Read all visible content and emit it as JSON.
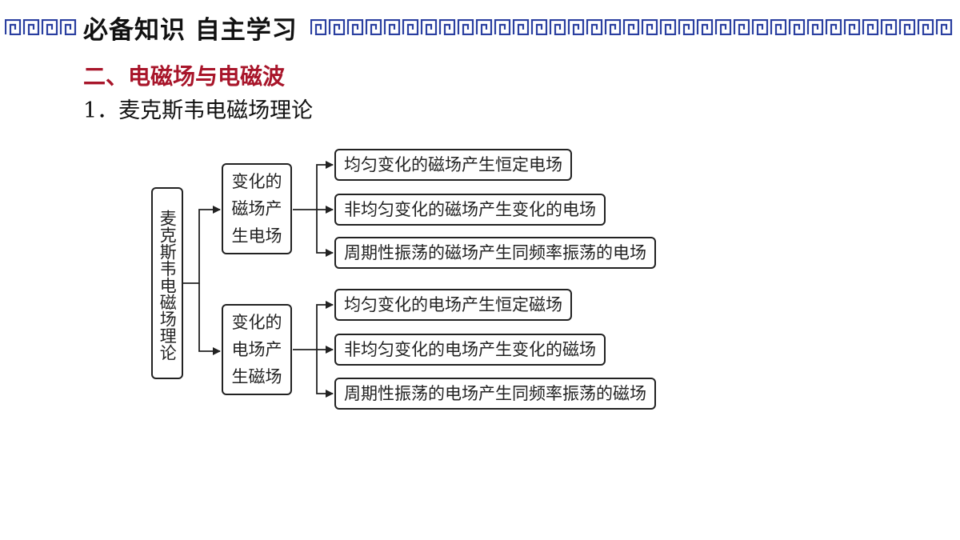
{
  "header": {
    "title": "必备知识 自主学习",
    "accent_color": "#2a3fa0"
  },
  "section": {
    "title": "二、电磁场与电磁波",
    "title_color": "#a8152a",
    "subtitle": "1．麦克斯韦电磁场理论"
  },
  "diagram": {
    "root": "麦克斯韦电磁场理论",
    "branches": [
      {
        "label": "变化的磁场产生电场",
        "leaves": [
          "均匀变化的磁场产生恒定电场",
          "非均匀变化的磁场产生变化的电场",
          "周期性振荡的磁场产生同频率振荡的电场"
        ]
      },
      {
        "label": "变化的电场产生磁场",
        "leaves": [
          "均匀变化的电场产生恒定磁场",
          "非均匀变化的电场产生变化的磁场",
          "周期性振荡的电场产生同频率振荡的磁场"
        ]
      }
    ]
  }
}
